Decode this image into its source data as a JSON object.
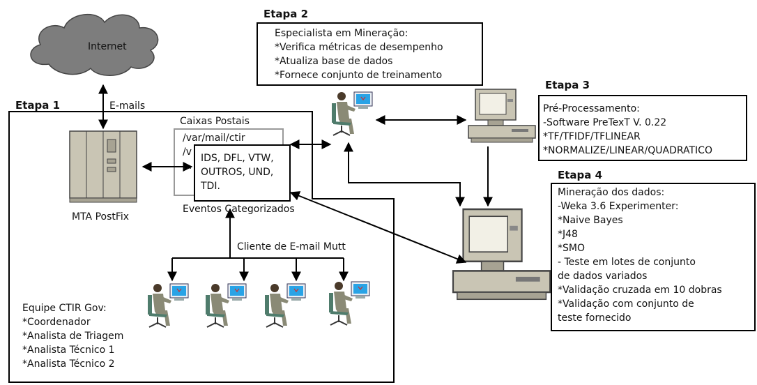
{
  "internet": {
    "label": "Internet"
  },
  "links": {
    "emails": "E-mails",
    "cliente": "Cliente de E-mail Mutt"
  },
  "etapa1": {
    "title": "Etapa 1",
    "mta": "MTA PostFix",
    "caixas": {
      "title": "Caixas Postais",
      "lines": [
        "/var/mail/ctir",
        "/v",
        "..."
      ]
    },
    "eventos": {
      "lines": [
        "IDS, DFL, VTW,",
        "OUTROS, UND,",
        "TDI."
      ],
      "caption": "Eventos Categorizados"
    },
    "equipe": {
      "title": "Equipe CTIR Gov:",
      "items": [
        "Coordenador",
        "Analista de Triagem",
        "Analista Técnico 1",
        "Analista Técnico 2"
      ]
    }
  },
  "etapa2": {
    "title": "Etapa 2",
    "heading": "Especialista em Mineração:",
    "items": [
      "Verifica métricas de desempenho",
      "Atualiza base de dados",
      "Fornece conjunto de treinamento"
    ]
  },
  "etapa3": {
    "title": "Etapa 3",
    "lines": [
      "Pré-Processamento:",
      "-Software PreTexT V. 0.22",
      "*TF/TFIDF/TFLINEAR",
      "*NORMALIZE/LINEAR/QUADRATICO"
    ]
  },
  "etapa4": {
    "title": "Etapa 4",
    "lines": [
      "Mineração dos dados:",
      "-Weka 3.6 Experimenter:",
      "*Naive Bayes",
      "*J48",
      "*SMO",
      "- Teste em lotes de conjunto",
      "de dados variados",
      "*Validação cruzada em 10 dobras",
      "*Validação com conjunto de",
      "teste fornecido"
    ]
  },
  "colors": {
    "cloud": "#7d7d7d",
    "device": "#c9c5b4",
    "person": "#8a8a76",
    "chair": "#4f7c6c",
    "screen": "#29a3e6"
  }
}
